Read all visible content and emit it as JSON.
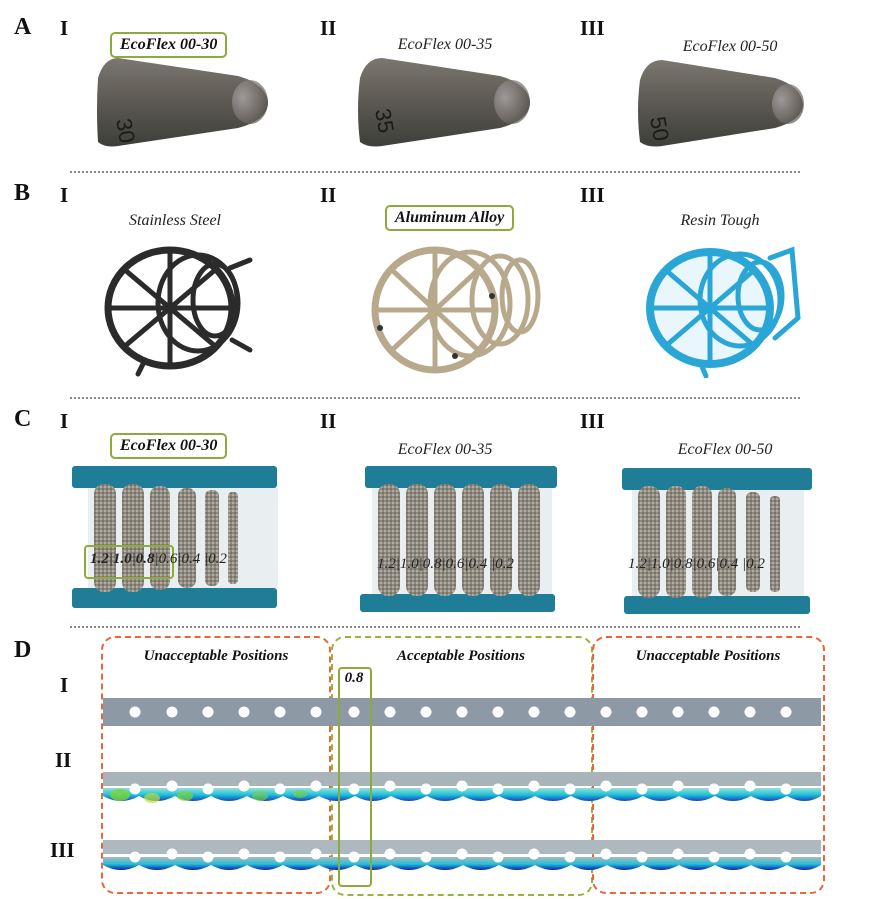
{
  "panels": {
    "A": {
      "letter": "A",
      "items": [
        {
          "roman": "I",
          "caption": "EcoFlex 00-30",
          "mark": "30",
          "highlighted": true
        },
        {
          "roman": "II",
          "caption": "EcoFlex 00-35",
          "mark": "35",
          "highlighted": false
        },
        {
          "roman": "III",
          "caption": "EcoFlex 00-50",
          "mark": "50",
          "highlighted": false
        }
      ]
    },
    "B": {
      "letter": "B",
      "items": [
        {
          "roman": "I",
          "caption": "Stainless Steel",
          "highlighted": false,
          "color": "#2b2b2b"
        },
        {
          "roman": "II",
          "caption": "Aluminum Alloy",
          "highlighted": true,
          "color": "#b8a98c"
        },
        {
          "roman": "III",
          "caption": "Resin Tough",
          "highlighted": false,
          "color": "#2aa6d6"
        }
      ]
    },
    "C": {
      "letter": "C",
      "items": [
        {
          "roman": "I",
          "caption": "EcoFlex 00-30",
          "highlighted": true,
          "sizes": [
            "1.2",
            "1.0",
            "0.8",
            "0.6",
            "0.4",
            "0.2"
          ]
        },
        {
          "roman": "II",
          "caption": "EcoFlex 00-35",
          "highlighted": false,
          "sizes": [
            "1.2",
            "1.0",
            "0.8",
            "0.6",
            "0.4",
            "0.2"
          ]
        },
        {
          "roman": "III",
          "caption": "EcoFlex 00-50",
          "highlighted": false,
          "sizes": [
            "1.2",
            "1.0",
            "0.8",
            "0.6",
            "0.4",
            "0.2"
          ]
        }
      ]
    },
    "D": {
      "letter": "D",
      "rows": [
        "I",
        "II",
        "III"
      ],
      "regions": [
        "Unacceptable Positions",
        "Acceptable Positions",
        "Unacceptable Positions"
      ],
      "marker": "0.8"
    }
  },
  "colors": {
    "highlight": "#8cab3a",
    "unacceptable": "#e8663b",
    "acceptable": "#97b43a",
    "strip": "#8d9aa5"
  }
}
